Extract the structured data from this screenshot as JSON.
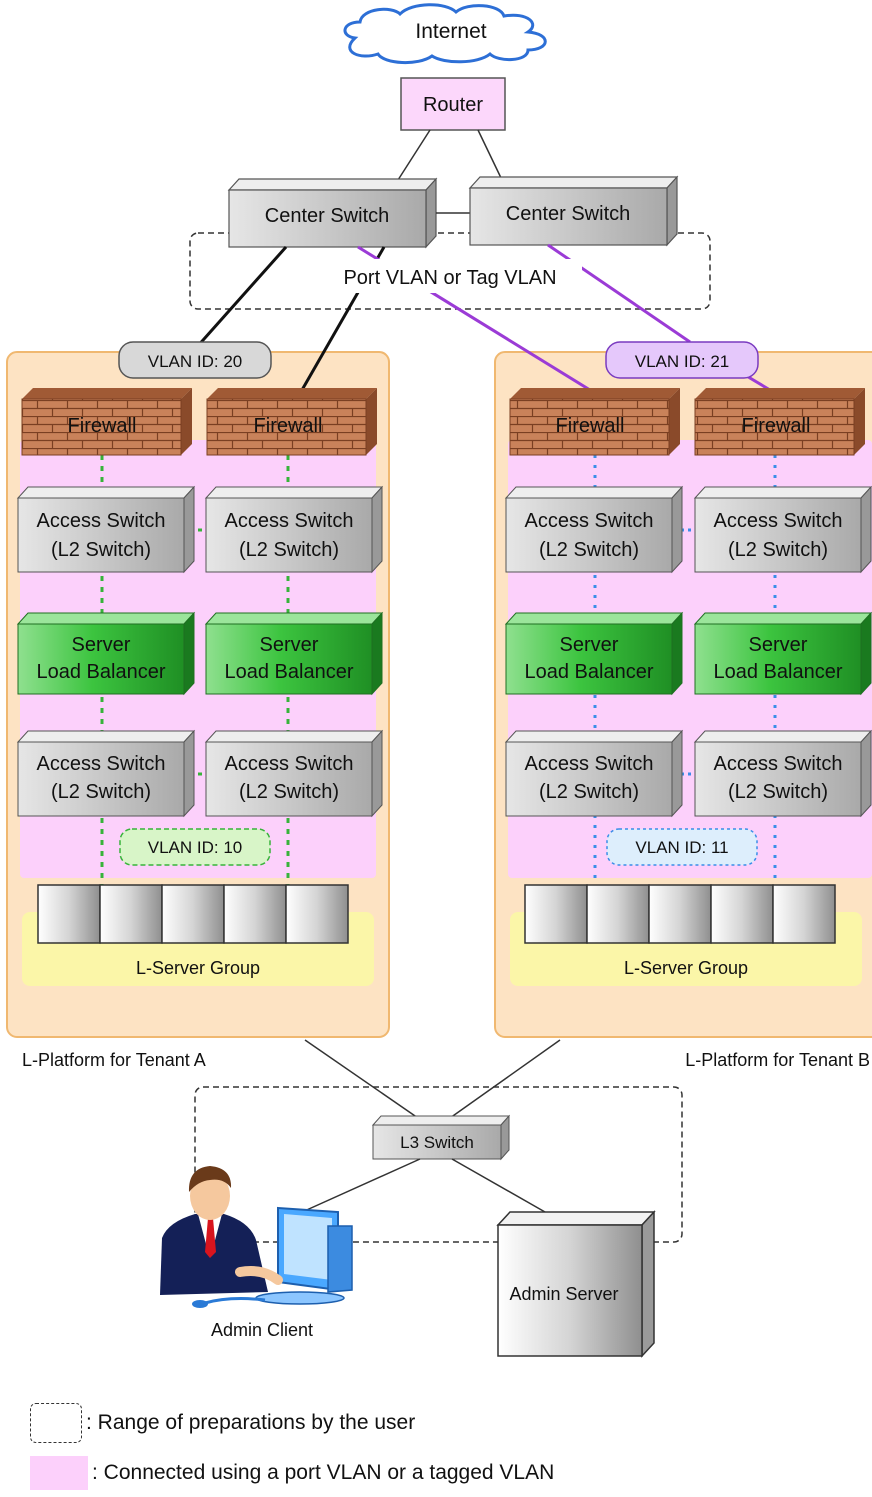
{
  "internet": "Internet",
  "router": "Router",
  "center_switches": [
    "Center Switch",
    "Center Switch"
  ],
  "port_vlan_label": "Port VLAN or Tag VLAN",
  "tenants": [
    {
      "vlan_outer": "VLAN ID: 20",
      "vlan_inner": "VLAN ID: 10",
      "firewall": "Firewall",
      "access_switch": [
        "Access Switch",
        "(L2 Switch)"
      ],
      "load_balancer": [
        "Server",
        "Load Balancer"
      ],
      "server_group": "L-Server Group",
      "platform_label": "L-Platform for Tenant A"
    },
    {
      "vlan_outer": "VLAN ID: 21",
      "vlan_inner": "VLAN ID: 11",
      "firewall": "Firewall",
      "access_switch": [
        "Access Switch",
        "(L2 Switch)"
      ],
      "load_balancer": [
        "Server",
        "Load Balancer"
      ],
      "server_group": "L-Server Group",
      "platform_label": "L-Platform for Tenant B"
    }
  ],
  "l3_switch": "L3 Switch",
  "admin_client": "Admin Client",
  "admin_server": "Admin Server",
  "legend": {
    "range": ": Range of preparations by the user",
    "connected": ": Connected using a port VLAN or a tagged VLAN"
  },
  "colors": {
    "tenant_bg": "#fde3c3",
    "tenant_border": "#f0b870",
    "vlan_pink": "#fcd0fb",
    "server_group_bg": "#fbf6a8",
    "firewall_brick": "#c47b52",
    "load_balancer_green": "#35c23a",
    "switch_gray": "#cfcfcf",
    "tenant_a_link": "#37b33a",
    "tenant_b_link": "#3a8ee8",
    "tenant_b_uplink": "#9b3bd6"
  }
}
